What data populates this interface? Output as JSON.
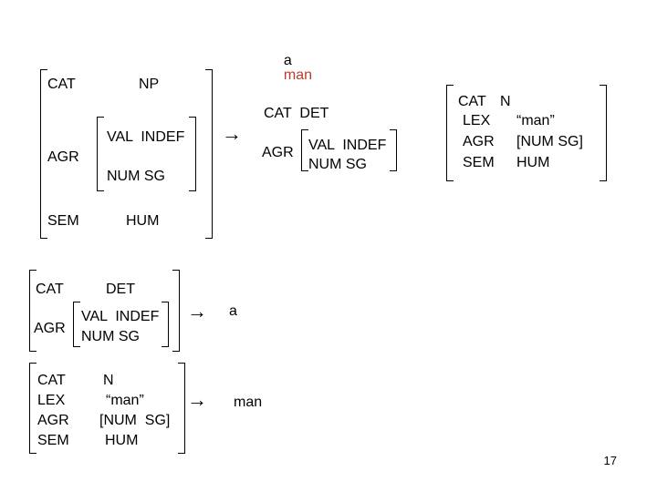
{
  "title": {
    "word1": "a",
    "word2": "man"
  },
  "np_fs": {
    "cat_label": "CAT",
    "cat_value": "NP",
    "agr_label": "AGR",
    "val_line": "VAL  INDEF",
    "num_line": "NUM SG",
    "sem_label": "SEM",
    "sem_value": "HUM"
  },
  "det_fs_top": {
    "cat_line": "CAT  DET",
    "agr_label": "AGR",
    "val_line": "VAL  INDEF",
    "num_line": "NUM SG"
  },
  "n_fs_top": {
    "rows": [
      {
        "label": "CAT",
        "value": "N"
      },
      {
        "label": "LEX",
        "value": "“man”"
      },
      {
        "label": "AGR",
        "value": "[NUM SG]"
      },
      {
        "label": "SEM",
        "value": "HUM"
      }
    ]
  },
  "det_fs_bottom": {
    "cat_label": "CAT",
    "cat_value": "DET",
    "agr_label": "AGR",
    "val_line": "VAL  INDEF",
    "num_line": "NUM SG"
  },
  "lex_a": "a",
  "n_fs_bottom": {
    "labels": [
      "CAT",
      "LEX",
      "AGR",
      "SEM"
    ],
    "values": [
      "N",
      "“man”",
      "[NUM  SG]",
      "HUM"
    ]
  },
  "lex_man": "man",
  "arrow_symbol": "→",
  "page_number": "17"
}
